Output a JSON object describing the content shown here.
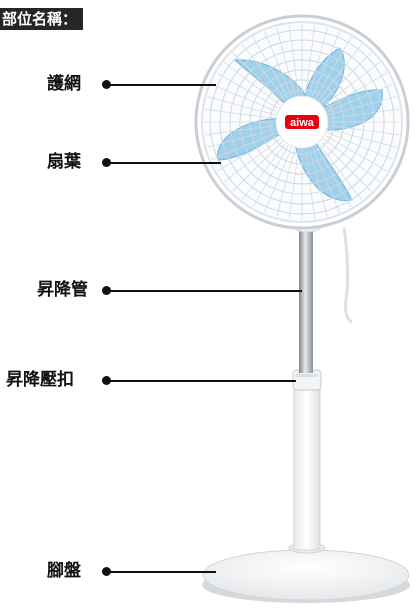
{
  "title": "部位名稱：",
  "brand_logo": "aiwa",
  "colors": {
    "blade_blue": "#8ec9ea",
    "grille": "#cfd6dc",
    "body_white": "#ffffff",
    "pole_steel": "#9aa1a7",
    "logo_red": "#e60012",
    "label_dark": "#111111"
  },
  "labels": [
    {
      "text": "護網"
    },
    {
      "text": "扇葉"
    },
    {
      "text": "昇降管"
    },
    {
      "text": "昇降壓扣"
    },
    {
      "text": "腳盤"
    }
  ]
}
